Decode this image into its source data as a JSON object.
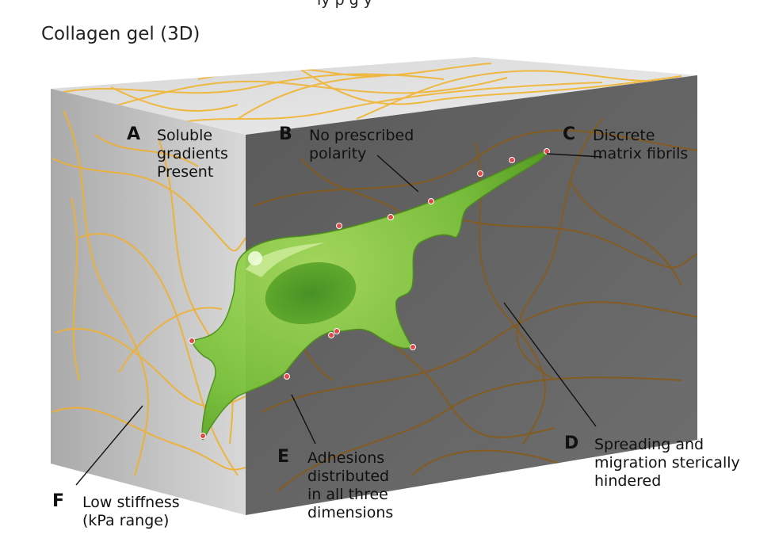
{
  "top_text": "ly p                 g          y",
  "title": "Collagen gel (3D)",
  "labels": [
    {
      "key": "A",
      "letter": "A",
      "lines": [
        "Soluble",
        "gradients",
        "Present"
      ]
    },
    {
      "key": "B",
      "letter": "B",
      "lines": [
        "No prescribed",
        "polarity"
      ]
    },
    {
      "key": "C",
      "letter": "C",
      "lines": [
        "Discrete",
        "matrix fibrils"
      ]
    },
    {
      "key": "D",
      "letter": "D",
      "lines": [
        "Spreading and",
        "migration sterically",
        "hindered"
      ]
    },
    {
      "key": "E",
      "letter": "E",
      "lines": [
        "Adhesions",
        "distributed",
        "in all three",
        "dimensions"
      ]
    },
    {
      "key": "F",
      "letter": "F",
      "lines": [
        "Low stiffness",
        "(kPa range)"
      ]
    }
  ],
  "colors": {
    "top_face": "#e3e3e3",
    "left_face": "#c4c4c4",
    "front_face": "#626262",
    "fibril_light": "#f0b430",
    "fibril_dark": "#8a5a14",
    "cell": "#7cc23a",
    "adhesion": "#e04a4a"
  }
}
